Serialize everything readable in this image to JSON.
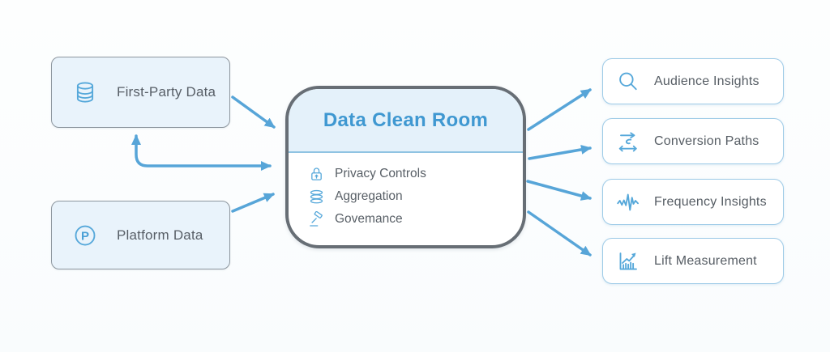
{
  "diagram": {
    "center": {
      "title": "Data Clean Room",
      "items": [
        {
          "label": "Privacy Controls",
          "icon": "lock-icon"
        },
        {
          "label": "Aggregation",
          "icon": "layers-icon"
        },
        {
          "label": "Govemance",
          "icon": "gavel-icon"
        }
      ]
    },
    "sources": [
      {
        "label": "First-Party Data",
        "icon": "database-icon"
      },
      {
        "label": "Platform Data",
        "icon": "p-circle-icon"
      }
    ],
    "outputs": [
      {
        "label": "Audience Insights",
        "icon": "magnifier-icon"
      },
      {
        "label": "Conversion Paths",
        "icon": "conversion-paths-icon"
      },
      {
        "label": "Frequency Insights",
        "icon": "waveform-icon"
      },
      {
        "label": "Lift Measurement",
        "icon": "growth-chart-icon"
      }
    ],
    "colors": {
      "arrow": "#57a5d8",
      "title": "#3f98d1",
      "source_fill": "#e9f3fb",
      "source_border": "#8d969e",
      "center_border": "#676e75",
      "header_fill": "#e4f1fa",
      "divider": "#8fc3e2",
      "output_border": "#9ecbe7",
      "icon": "#56a8da",
      "text": "#575e66"
    }
  }
}
